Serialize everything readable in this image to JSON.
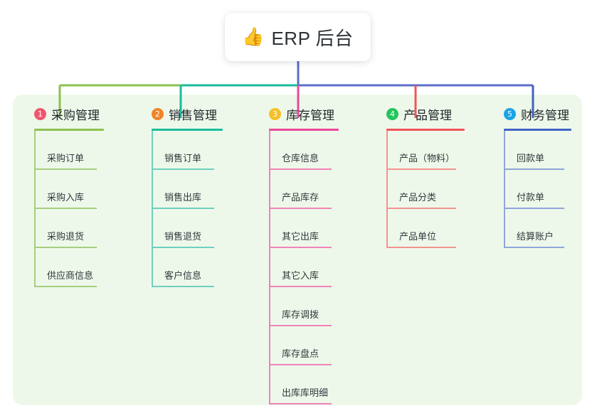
{
  "root": {
    "icon": "thumbs-up-icon",
    "icon_glyph": "👍",
    "title": "ERP 后台"
  },
  "panel": {
    "background": "#eef8ea"
  },
  "connector": {
    "segments": [
      {
        "name": "purchase-branch",
        "color": "#8cc152"
      },
      {
        "name": "sales-branch",
        "color": "#1abc9c"
      },
      {
        "name": "inventory-branch",
        "color": "#ec4899"
      },
      {
        "name": "product-branch",
        "color": "#f1555a"
      },
      {
        "name": "finance-branch",
        "color": "#5b6ec9"
      },
      {
        "name": "trunk",
        "color": "#5b6ec9"
      }
    ]
  },
  "columns": [
    {
      "index": "1",
      "title": "采购管理",
      "badge_color": "#f0566f",
      "rule_color": "#8cc152",
      "leaf_color": "#a5cf7e",
      "items": [
        "采购订单",
        "采购入库",
        "采购退货",
        "供应商信息"
      ]
    },
    {
      "index": "2",
      "title": "销售管理",
      "badge_color": "#f0842a",
      "rule_color": "#1abc9c",
      "leaf_color": "#6fd0bd",
      "items": [
        "销售订单",
        "销售出库",
        "销售退货",
        "客户信息"
      ]
    },
    {
      "index": "3",
      "title": "库存管理",
      "badge_color": "#f5c026",
      "rule_color": "#ec4899",
      "leaf_color": "#ef84b8",
      "items": [
        "仓库信息",
        "产品库存",
        "其它出库",
        "其它入库",
        "库存调拨",
        "库存盘点",
        "出库库明细"
      ]
    },
    {
      "index": "4",
      "title": "产品管理",
      "badge_color": "#22c55e",
      "rule_color": "#f1555a",
      "leaf_color": "#f2938f",
      "items": [
        "产品（物料）",
        "产品分类",
        "产品单位"
      ]
    },
    {
      "index": "5",
      "title": "财务管理",
      "badge_color": "#1aa3e8",
      "rule_color": "#3f63c4",
      "leaf_color": "#8fa5da",
      "items": [
        "回款单",
        "付款单",
        "结算账户"
      ]
    }
  ]
}
